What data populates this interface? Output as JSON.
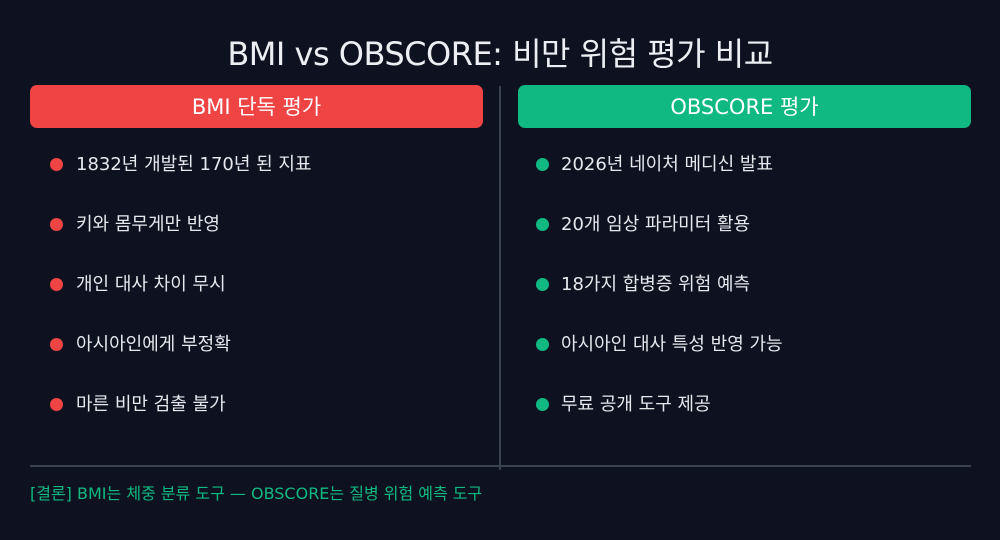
{
  "title": "BMI vs OBSCORE: 비만 위험 평가 비교",
  "left": {
    "header": "BMI 단독 평가",
    "color": "#ef4444",
    "items": [
      "1832년 개발된 170년 된 지표",
      "키와 몸무게만 반영",
      "개인 대사 차이 무시",
      "아시아인에게 부정확",
      "마른 비만 검출 불가"
    ]
  },
  "right": {
    "header": "OBSCORE 평가",
    "color": "#10b981",
    "items": [
      "2026년 네이처 메디신 발표",
      "20개 임상 파라미터 활용",
      "18가지 합병증 위험 예측",
      "아시아인 대사 특성 반영 가능",
      "무료 공개 도구 제공"
    ]
  },
  "conclusion": "[결론] BMI는 체중 분류 도구 — OBSCORE는 질병 위험 예측 도구",
  "colors": {
    "background": "#0e1220",
    "divider": "#3a4150",
    "text": "#e6e8ee"
  }
}
